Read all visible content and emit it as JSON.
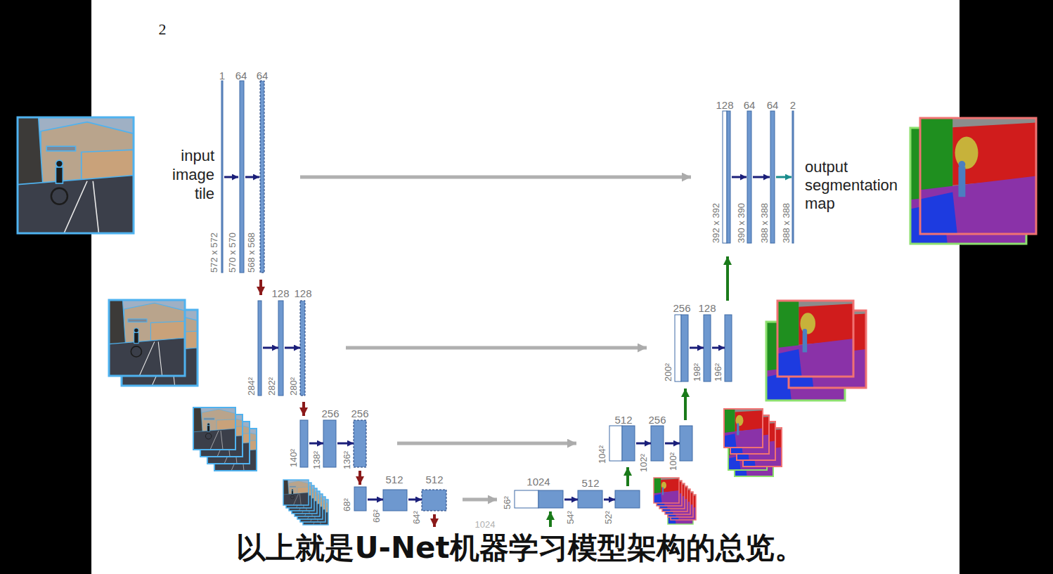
{
  "diagram": {
    "caption": "以上就是U-Net机器学习模型架构的总览。",
    "labels": [
      "2",
      "1",
      "64",
      "64",
      "input image tile",
      "572 x 572",
      "570 x 570",
      "568 x 568",
      "128",
      "64",
      "64",
      "2",
      "392 x 392",
      "390 x 390",
      "388 x 388",
      "388 x 388",
      "output segmentation map",
      "128",
      "128",
      "284²",
      "282²",
      "280²",
      "256",
      "128",
      "200²",
      "198²",
      "196²",
      "256",
      "256",
      "140²",
      "138²",
      "136²",
      "512",
      "256",
      "104²",
      "102²",
      "100²",
      "512",
      "512",
      "68²",
      "66²",
      "64²",
      "1024",
      "512",
      "56²",
      "54²",
      "52²",
      "1024"
    ]
  }
}
